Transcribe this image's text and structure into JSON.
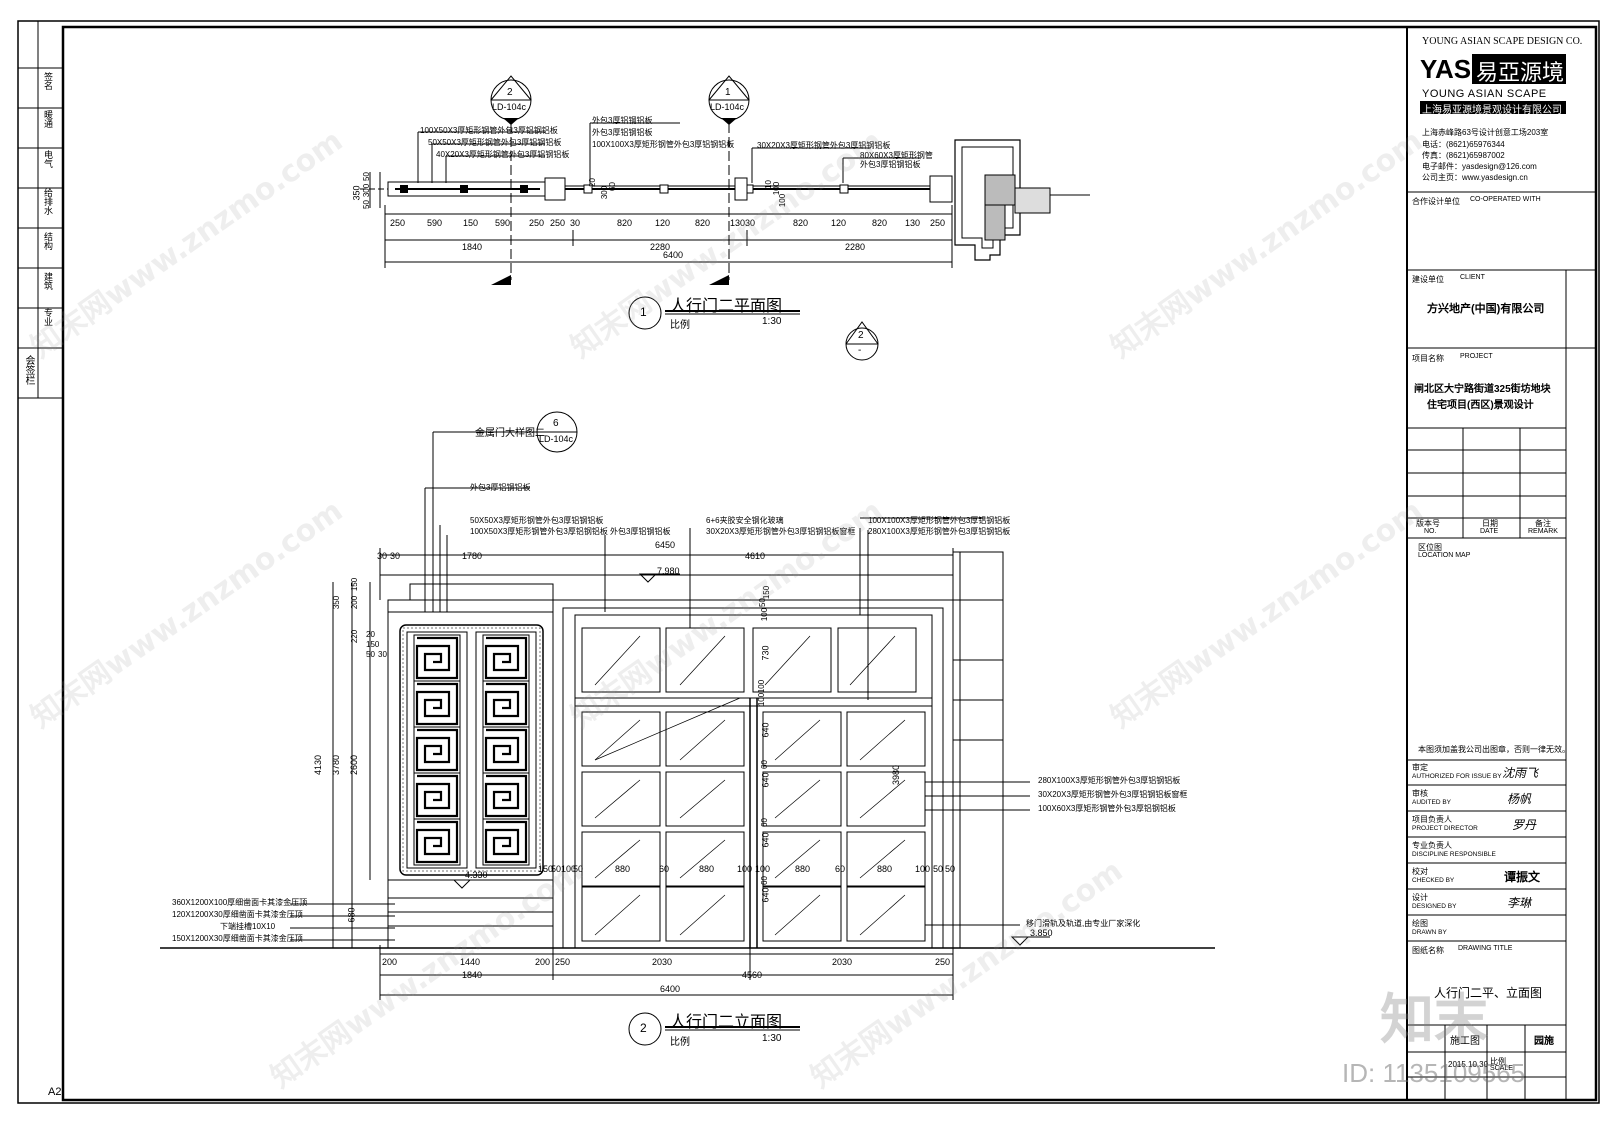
{
  "sheet_size": "A2",
  "left_strip": {
    "labels": [
      "会签栏",
      "专业",
      "建筑",
      "结构",
      "给排水",
      "电气",
      "暖通",
      "签名"
    ]
  },
  "plan_view": {
    "title_no": "1",
    "title": "人行门二平面图",
    "scale_label": "比例",
    "scale": "1:30",
    "section_marks": [
      {
        "no": "2",
        "ref": "LD-104c"
      },
      {
        "no": "1",
        "ref": "LD-104c"
      }
    ],
    "elev_mark": {
      "no": "2",
      "ref": "-"
    },
    "callouts": [
      "100X50X3厚矩形钢管外包3厚铝钢铝板",
      "50X50X3厚矩形钢管外包3厚铝钢铝板",
      "40X20X3厚矩形钢管外包3厚铝钢铝板",
      "外包3厚铝钢铝板",
      "外包3厚铝钢铝板",
      "100X100X3厚矩形钢管外包3厚铝钢铝板",
      "30X20X3厚矩形钢管外包3厚铝钢铝板",
      "80X60X3厚矩形钢管",
      "外包3厚铝钢铝板"
    ],
    "dims_row1": [
      "250",
      "590",
      "150",
      "590",
      "250",
      "250",
      "30",
      "820",
      "120",
      "820",
      "130",
      "30",
      "820",
      "120",
      "820",
      "130",
      "250"
    ],
    "dims_row2": [
      "1840",
      "2280",
      "2280"
    ],
    "dims_total": "6400",
    "dims_left": [
      "350",
      "50",
      "300",
      "50"
    ],
    "dims_mid": [
      "20",
      "300",
      "60",
      "10",
      "100",
      "100"
    ]
  },
  "elevation_view": {
    "title_no": "2",
    "title": "人行门二立面图",
    "scale_label": "比例",
    "scale": "1:30",
    "detail_ref": {
      "label": "金属门大样图二",
      "no": "6",
      "ref": "LD-104c"
    },
    "levels": [
      "7.980",
      "4.330",
      "3.850"
    ],
    "top_callouts": [
      "外包3厚铝钢铝板",
      "50X50X3厚矩形钢管外包3厚铝钢铝板",
      "100X50X3厚矩形钢管外包3厚铝钢铝板",
      "外包3厚铝钢铝板",
      "6+6夹胶安全钢化玻璃",
      "30X20X3厚矩形钢管外包3厚铝钢铝板窗框",
      "100X100X3厚矩形钢管外包3厚铝钢铝板",
      "280X100X3厚矩形钢管外包3厚铝钢铝板"
    ],
    "right_callouts": [
      "280X100X3厚矩形钢管外包3厚铝钢铝板",
      "30X20X3厚矩形钢管外包3厚铝钢铝板窗框",
      "100X60X3厚矩形钢管外包3厚铝钢铝板"
    ],
    "bottom_callout": "移门滑轨及轨道,由专业厂家深化",
    "left_callouts": [
      "360X1200X100厚细凿面卡其漆金压顶",
      "120X1200X30厚细凿面卡其漆金压顶",
      "下端挂槽10X10",
      "150X1200X30厚细凿面卡其漆金压顶"
    ],
    "top_dims": [
      "30",
      "30",
      "1780",
      "4610"
    ],
    "top_total": "6450",
    "left_dims": [
      "350",
      "200",
      "150",
      "220",
      "20",
      "150",
      "50",
      "30",
      "2600",
      "3780",
      "4130",
      "680"
    ],
    "mid_dims": [
      "50",
      "100",
      "150",
      "730",
      "100",
      "100",
      "640",
      "640",
      "640",
      "640",
      "60",
      "60",
      "60"
    ],
    "right_dim": "3980",
    "row_dims": [
      "150",
      "100",
      "50",
      "50",
      "880",
      "60",
      "880",
      "100",
      "100",
      "880",
      "60",
      "880",
      "100",
      "50",
      "50"
    ],
    "bottom_dims": [
      "200",
      "1440",
      "200",
      "250",
      "2030",
      "2030",
      "250"
    ],
    "bottom_dims2": [
      "1840",
      "4560"
    ],
    "bottom_total": "6400"
  },
  "title_block": {
    "company_en_top": "YOUNG ASIAN SCAPE DESIGN CO.",
    "logo_latin": "YAS",
    "logo_cn": "易亞源境",
    "logo_en": "YOUNG ASIAN SCAPE",
    "company_cn": "上海易亚源境景观设计有限公司",
    "address": "上海赤峰路63号设计创意工场203室",
    "tel": "电话：(8621)65976344",
    "fax": "传真：(8621)65987002",
    "email": "电子邮件：yasdesign@126.com",
    "web": "公司主页：www.yasdesign.cn",
    "co_op_label_cn": "合作设计单位",
    "co_op_label_en": "CO-OPERATED WITH",
    "client_label_cn": "建设单位",
    "client_label_en": "CLIENT",
    "client": "方兴地产(中国)有限公司",
    "project_label_cn": "项目名称",
    "project_label_en": "PROJECT",
    "project_line1": "闸北区大宁路街道325街坊地块",
    "project_line2": "住宅项目(西区)景观设计",
    "rev_headers": [
      {
        "cn": "版本号",
        "en": "NO."
      },
      {
        "cn": "日期",
        "en": "DATE"
      },
      {
        "cn": "备注",
        "en": "REMARK"
      }
    ],
    "location_cn": "区位图",
    "location_en": "LOCATION MAP",
    "note": "本图须加盖我公司出图章，否则一律无效。",
    "roles": [
      {
        "cn": "审定",
        "en": "AUTHORIZED FOR ISSUE BY",
        "sign": "沈雨飞"
      },
      {
        "cn": "审核",
        "en": "AUDITED BY",
        "sign": "杨帆"
      },
      {
        "cn": "项目负责人",
        "en": "PROJECT DIRECTOR",
        "sign": "罗丹"
      },
      {
        "cn": "专业负责人",
        "en": "DISCIPLINE RESPONSIBLE",
        "sign": ""
      },
      {
        "cn": "校对",
        "en": "CHECKED BY",
        "sign": "谭振文"
      },
      {
        "cn": "设计",
        "en": "DESIGNED BY",
        "sign": "李琳"
      },
      {
        "cn": "绘图",
        "en": "DRAWN BY",
        "sign": ""
      }
    ],
    "drawing_title_label_cn": "图纸名称",
    "drawing_title_label_en": "DRAWING TITLE",
    "drawing_title": "人行门二平、立面图",
    "stage_cn": "施工图",
    "stage_abbr": "园施",
    "date": "2015.10.30",
    "scale_label_cn": "比例",
    "scale_label_en": "SCALE"
  },
  "watermark": {
    "text": "知末网www.znzmo.com",
    "logo": "知末",
    "id": "ID: 1135109565"
  }
}
